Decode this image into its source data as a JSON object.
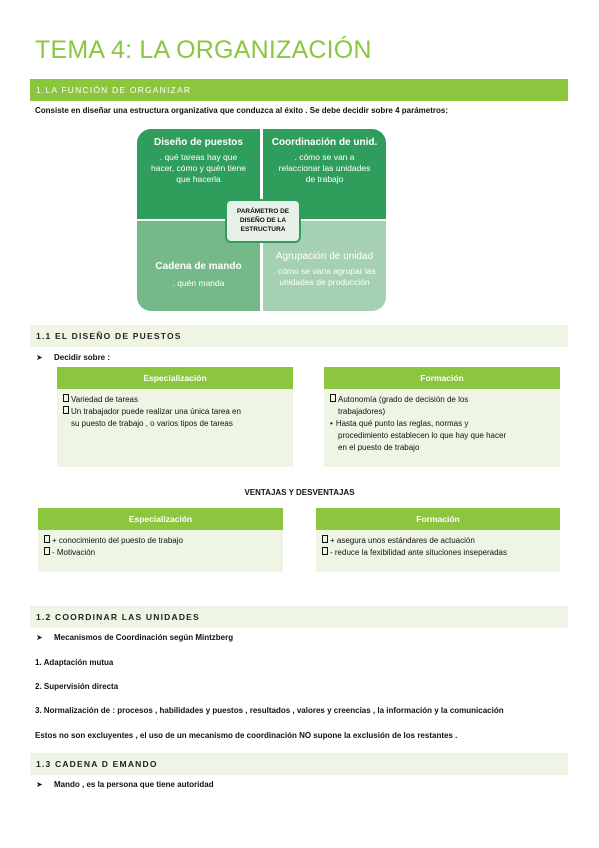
{
  "title": "TEMA 4: LA ORGANIZACIÓN",
  "sec1": {
    "heading": "1.LA FUNCIÓN DE ORGANIZAR",
    "intro": "Consiste en diseñar una estructura organizativa que conduzca al éxito . Se debe decidir sobre 4 parámetros:"
  },
  "diagram": {
    "center": "PARÁMETRO DE DISEÑO DE LA ESTRUCTURA",
    "q1": {
      "title": "Diseño de puestos",
      "desc": ". qué tareas hay que hacer, cómo y quén tiene que hacerla"
    },
    "q2": {
      "title": "Coordinación de unid.",
      "desc": ". cómo se van a relaccionar las unidades de trabajo"
    },
    "q3": {
      "title": "Cadena de mando",
      "desc": ". quén manda"
    },
    "q4": {
      "title": "Agrupación de unidad",
      "desc": ". cómo se vana agrupar las unidades de producción"
    }
  },
  "sec11": {
    "heading": "1.1  EL DISEÑO DE PUESTOS",
    "bullet": "Decidir sobre :",
    "esp": {
      "head": "Especialización",
      "l1": "Variedad de tareas",
      "l2a": "Un trabajador puede realizar una única tarea en",
      "l2b": "su puesto de trabajo , o varios tipos de tareas"
    },
    "form": {
      "head": "Formación",
      "l1a": "Autonomía (grado de decisión de los",
      "l1b": "trabajadores)",
      "l2a": "Hasta qué punto las reglas, normas y",
      "l2b": "procedimiento establecen lo que hay que hacer",
      "l2c": "en el puesto de trabajo"
    },
    "vd_title": "VENTAJAS Y DESVENTAJAS",
    "esp2": {
      "head": "Especialización",
      "l1": "+ conocimiento del puesto de trabajo",
      "l2": "- Motivación"
    },
    "form2": {
      "head": "Formación",
      "l1": "+ asegura unos estándares de actuación",
      "l2": "- reduce la fexibilidad ante situciones inseperadas"
    }
  },
  "sec12": {
    "heading": "1.2 COORDINAR LAS UNIDADES",
    "bullet": "Mecanismos de Coordinación según Mintzberg",
    "i1": "1. Adaptación mutua",
    "i2": "2. Supervisión directa",
    "i3": "3. Normalización de : procesos , habilidades y puestos , resultados , valores y creencias , la información y la comunicación",
    "note": "Estos no son excluyentes , el uso de un mecanismo de coordinación NO supone la exclusión de los restantes ."
  },
  "sec13": {
    "heading": "1.3 CADENA D EMANDO",
    "bullet": "Mando , es la persona que tiene autoridad"
  }
}
